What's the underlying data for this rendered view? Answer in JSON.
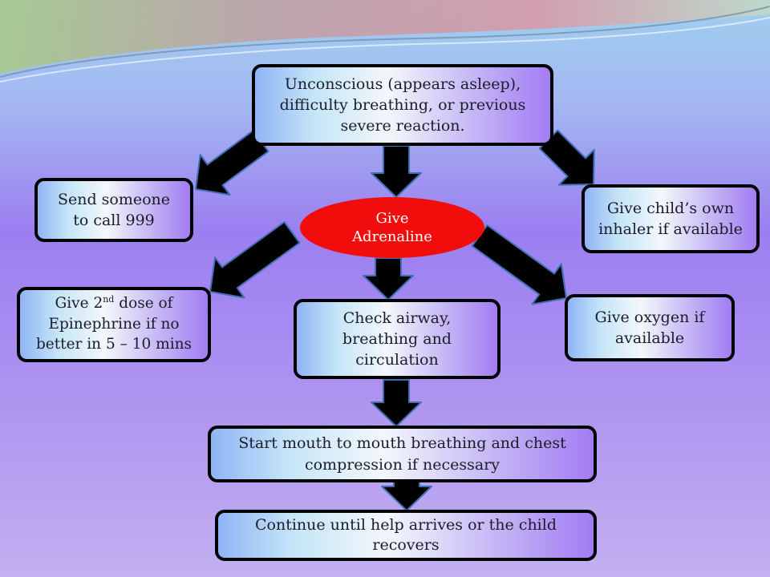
{
  "nodes": {
    "unconscious": "Unconscious (appears asleep), difficulty breathing, or previous severe reaction.",
    "send_call": "Send someone to call 999",
    "own_inhaler": "Give child’s own inhaler if available",
    "adrenaline_line1": "Give",
    "adrenaline_line2": "Adrenaline",
    "second_dose_pre": "Give 2",
    "second_dose_sup": "nd",
    "second_dose_post": " dose of Epinephrine if no better in 5 – 10 mins",
    "check_airway": "Check airway, breathing and circulation",
    "oxygen": "Give oxygen if available",
    "mouth_to_mouth": "Start mouth to mouth breathing and chest compression if necessary",
    "continue": "Continue until help arrives or the child recovers"
  },
  "colors": {
    "oval": "#f20d0d",
    "arrow": "#000000",
    "arrow_outline": "#3f6fb0"
  }
}
